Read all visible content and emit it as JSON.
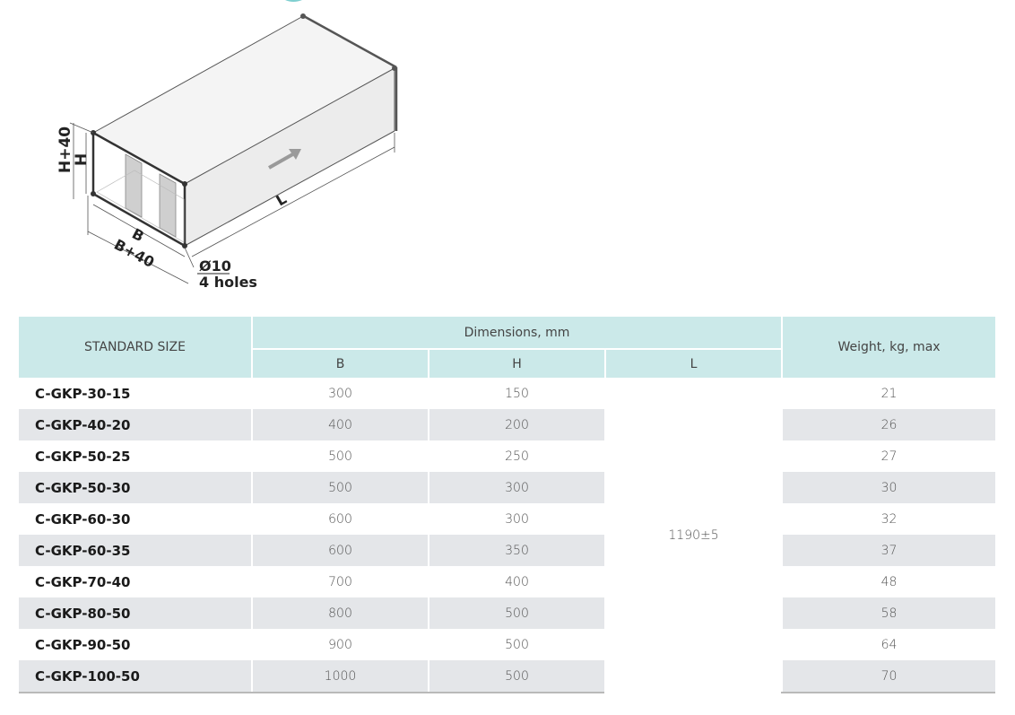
{
  "drawing": {
    "dim_h40": "H+40",
    "dim_h": "H",
    "dim_b": "B",
    "dim_b40": "B+40",
    "dim_l": "L",
    "holes_diameter": "Ø10",
    "holes_count": "4 holes"
  },
  "table": {
    "headers": {
      "standard_size": "STANDARD SIZE",
      "dimensions": "Dimensions, mm",
      "b": "B",
      "h": "H",
      "l": "L",
      "weight": "Weight, kg, max"
    },
    "length_value": "1190±5",
    "rows": [
      {
        "name": "C-GKP-30-15",
        "b": "300",
        "h": "150",
        "weight": "21"
      },
      {
        "name": "C-GKP-40-20",
        "b": "400",
        "h": "200",
        "weight": "26"
      },
      {
        "name": "C-GKP-50-25",
        "b": "500",
        "h": "250",
        "weight": "27"
      },
      {
        "name": "C-GKP-50-30",
        "b": "500",
        "h": "300",
        "weight": "30"
      },
      {
        "name": "C-GKP-60-30",
        "b": "600",
        "h": "300",
        "weight": "32"
      },
      {
        "name": "C-GKP-60-35",
        "b": "600",
        "h": "350",
        "weight": "37"
      },
      {
        "name": "C-GKP-70-40",
        "b": "700",
        "h": "400",
        "weight": "48"
      },
      {
        "name": "C-GKP-80-50",
        "b": "800",
        "h": "500",
        "weight": "58"
      },
      {
        "name": "C-GKP-90-50",
        "b": "900",
        "h": "500",
        "weight": "64"
      },
      {
        "name": "C-GKP-100-50",
        "b": "1000",
        "h": "500",
        "weight": "70"
      }
    ]
  }
}
